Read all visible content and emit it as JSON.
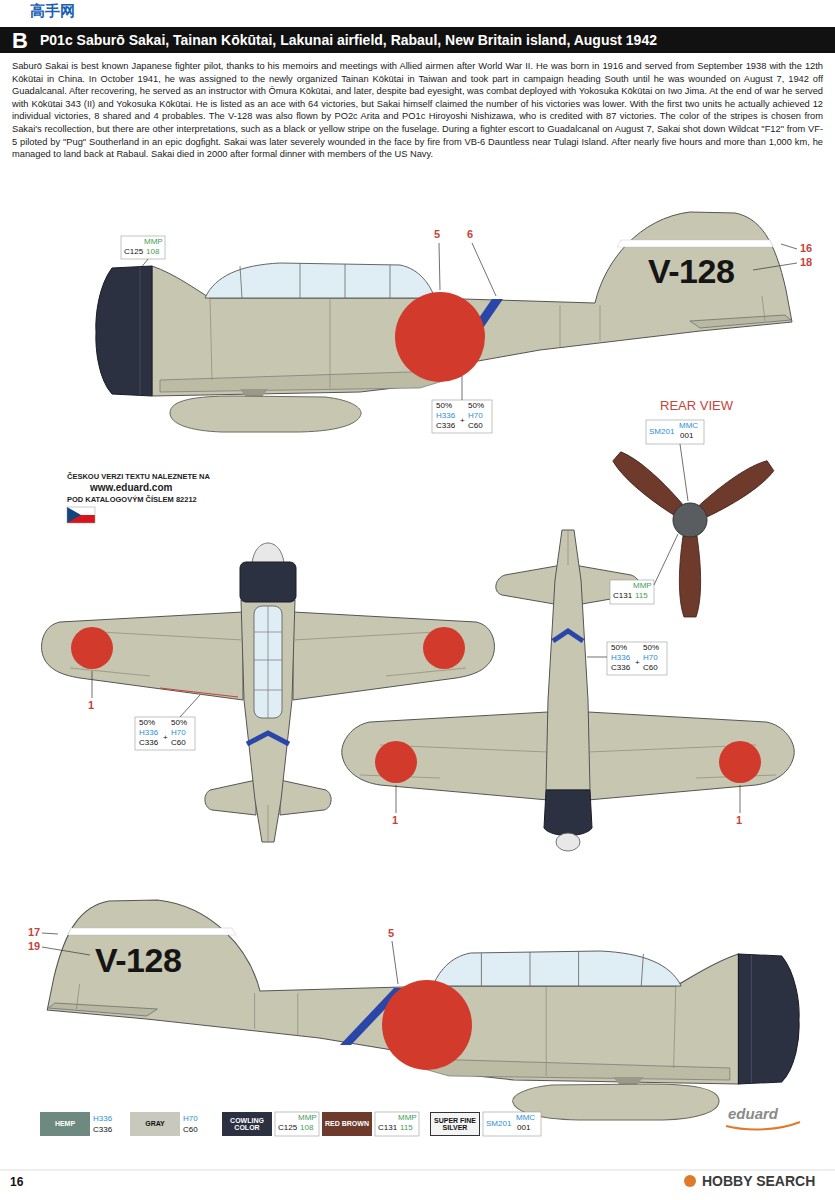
{
  "diagram": {
    "title": "P01c Saburō Sakai, Tainan Kōkūtai, Lakunai airfield, Rabaul, New Britain island, August 1942",
    "labels": [
      "高手网",
      "B",
      "Saburō Sakai is best known Japanese fighter pilot, thanks to his memoirs and meetings with Allied airmen after World War II. He was born in 1916 and served from September 1938 with the 12th Kōkūtai in China. In October 1941, he was assigned to the newly organized Tainan Kōkūtai in Taiwan and took part in campaign heading South until he was wounded on August 7, 1942 off Guadalcanal. After recovering, he served as an instructor with Ōmura Kōkūtai, and later, despite bad eyesight, was combat deployed with Yokosuka Kōkūtai on Iwo Jima. At the end of war he served with Kōkūtai 343 (II) and Yokosuka Kōkūtai. He is listed as an ace with 64 victories, but Sakai himself claimed the number of his victories was lower. With the first two units he actually achieved 12 individual victories, 8 shared and 4 probables. The V-128 was also flown by PO2c Arita and PO1c Hiroyoshi Nishizawa, who is credited with 87 victories. The color of the stripes is chosen from Sakai's recollection, but there are other interpretations, such as a black or yellow stripe on the fuselage. During a fighter escort to Guadalcanal on August 7, Sakai shot down Wildcat \"F12\" from VF-5 piloted by \"Pug\" Southerland in an epic dogfight. Sakai was later severely wounded in the face by fire from VB-6 Dauntless near Tulagi Island. After nearly five hours and more than 1,000 km, he managed to land back at Rabaul. Sakai died in 2000 after formal dinner with members of the US Navy.",
      "MMP",
      "C125",
      "108",
      "5",
      "6",
      "16",
      "18",
      "V-128",
      "50%",
      "50%",
      "H336",
      "H70",
      "C336",
      "+",
      "C60",
      "REAR VIEW",
      "SM201",
      "MMC",
      "001",
      "MMP",
      "C131",
      "115",
      "ČESKOU VERZI TEXTU NALEZNETE NA",
      "www.eduard.com",
      "POD KATALOGOVÝM ČÍSLEM 82212",
      "1",
      "50%",
      "50%",
      "H336",
      "H70",
      "C336",
      "+",
      "C60",
      "50%",
      "50%",
      "H336",
      "H70",
      "C336",
      "+",
      "C60",
      "1",
      "1",
      "17",
      "19",
      "V-128",
      "5",
      "H336",
      "C336",
      "H70",
      "C60",
      "MMP",
      "C125",
      "108",
      "MMP",
      "C131",
      "115",
      "SM201",
      "MMC",
      "001",
      "16",
      "eduard",
      "HOBBY SEARCH"
    ],
    "legend": [
      {
        "text": "HEMP",
        "color": "#6e8a80"
      },
      {
        "text": "GRAY",
        "color": "#c8c8bd"
      },
      {
        "text": "COWLING COLOR",
        "color": "#2c3142"
      },
      {
        "text": "RED BROWN",
        "color": "#6e3a2c"
      },
      {
        "text": "SUPER FINE SILVER",
        "color": "#f4f4f4"
      }
    ]
  }
}
